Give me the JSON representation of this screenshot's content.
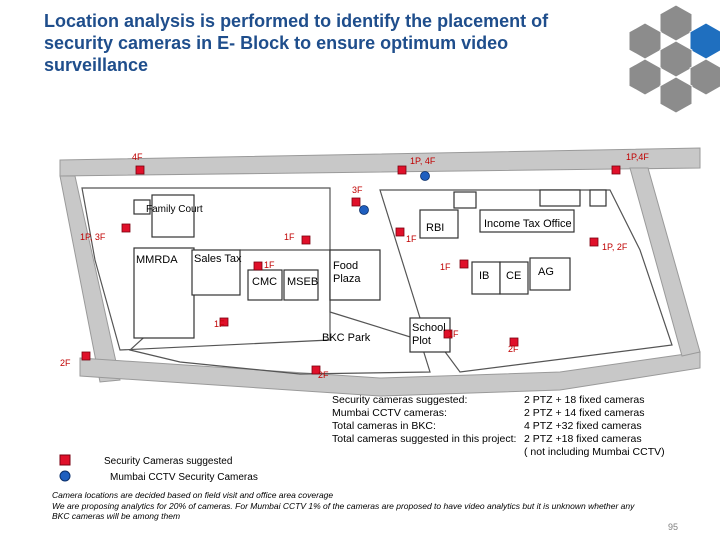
{
  "title": "Location analysis is performed to identify the placement of security cameras in E- Block to ensure optimum video surveillance",
  "hex_nav": [
    "",
    "",
    "",
    "",
    "",
    "",
    ""
  ],
  "map": {
    "buildings": {
      "family_court": "Family Court",
      "mmrda": "MMRDA",
      "sales_tax": "Sales Tax",
      "cmc": "CMC",
      "mseb": "MSEB",
      "food_plaza": "Food Plaza",
      "rbi": "RBI",
      "income_tax": "Income Tax Office",
      "ib": "IB",
      "ce": "CE",
      "ag": "AG",
      "bkc_park": "BKC Park",
      "school_plot": "School Plot"
    },
    "floor_labels": {
      "a": "4F",
      "b": "1P, 4F",
      "c": "1P,4F",
      "d": "3F",
      "e": "1P, 3F",
      "f": "1F",
      "g": "1F",
      "h": "1P, 2F",
      "i": "1F",
      "j": "1F",
      "k": "1F",
      "l": "1F",
      "m": "2F",
      "n": "2F",
      "o": "2F"
    }
  },
  "summary": {
    "rows": [
      {
        "label": "Security cameras suggested:",
        "value": "2 PTZ + 18 fixed cameras"
      },
      {
        "label": "Mumbai CCTV cameras:",
        "value": "2 PTZ + 14 fixed cameras"
      },
      {
        "label": "Total cameras in BKC:",
        "value": "4 PTZ +32 fixed cameras"
      },
      {
        "label": "Total cameras suggested in this project:",
        "value": "2 PTZ +18 fixed cameras"
      }
    ],
    "note": "( not including Mumbai CCTV)"
  },
  "legend": {
    "red": "Security Cameras suggested",
    "blue": "Mumbai CCTV Security Cameras",
    "red_color": "#e0102a",
    "blue_color": "#1f5fbf"
  },
  "footnote": {
    "line1": "Camera locations are decided based on field visit and office area coverage",
    "line2": "We are proposing analytics for 20% of cameras. For Mumbai CCTV 1% of the cameras are proposed to have video analytics but it is unknown whether any",
    "line3": "BKC cameras will be among them"
  },
  "page_number": "95",
  "colors": {
    "title": "#1f4e8c",
    "road": "#c0c0c0",
    "building": "#ffffff",
    "label_red": "#c00000",
    "hex_grey": "#8c8c8c",
    "hex_blue": "#1f6fbf"
  }
}
